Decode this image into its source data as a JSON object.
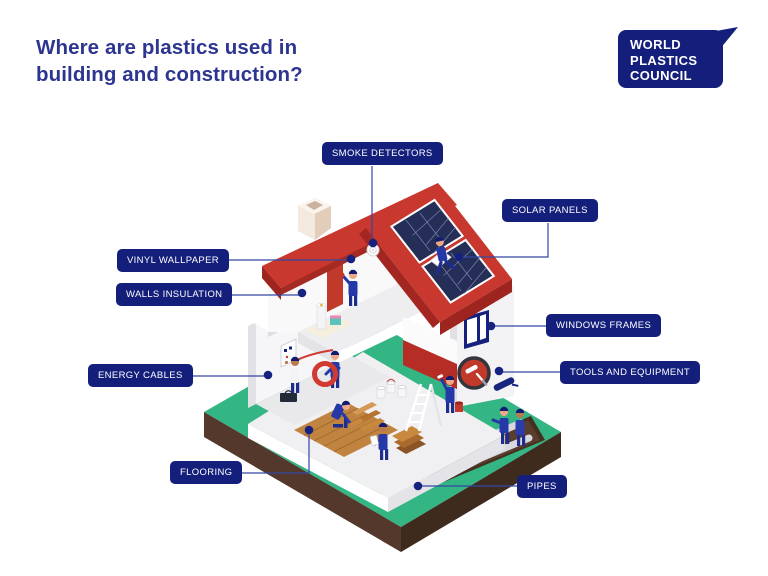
{
  "title": {
    "line1": "Where are plastics used in",
    "line2": "building and construction?"
  },
  "logo": {
    "line1": "WORLD",
    "line2": "PLASTICS",
    "line3": "COUNCIL"
  },
  "labels": [
    {
      "id": "smoke-detectors",
      "text": "SMOKE DETECTORS"
    },
    {
      "id": "solar-panels",
      "text": "SOLAR PANELS"
    },
    {
      "id": "vinyl-wallpaper",
      "text": "VINYL WALLPAPER"
    },
    {
      "id": "walls-insulation",
      "text": "WALLS INSULATION"
    },
    {
      "id": "windows-frames",
      "text": "WINDOWS FRAMES"
    },
    {
      "id": "tools-and-equipment",
      "text": "TOOLS AND EQUIPMENT"
    },
    {
      "id": "energy-cables",
      "text": "ENERGY CABLES"
    },
    {
      "id": "flooring",
      "text": "FLOORING"
    },
    {
      "id": "pipes",
      "text": "PIPES"
    }
  ],
  "colors": {
    "navy_label": "#141f7b",
    "title_blue": "#2c3590",
    "roof_red": "#c8382f",
    "roof_red_dark": "#9e241f",
    "accent_red": "#b52d24",
    "lawn_green": "#33b584",
    "soil_brown": "#53382b",
    "leader_line": "#3347a5",
    "solar_panel_navy": "#252e57",
    "worker_blue": "#2438a8"
  }
}
